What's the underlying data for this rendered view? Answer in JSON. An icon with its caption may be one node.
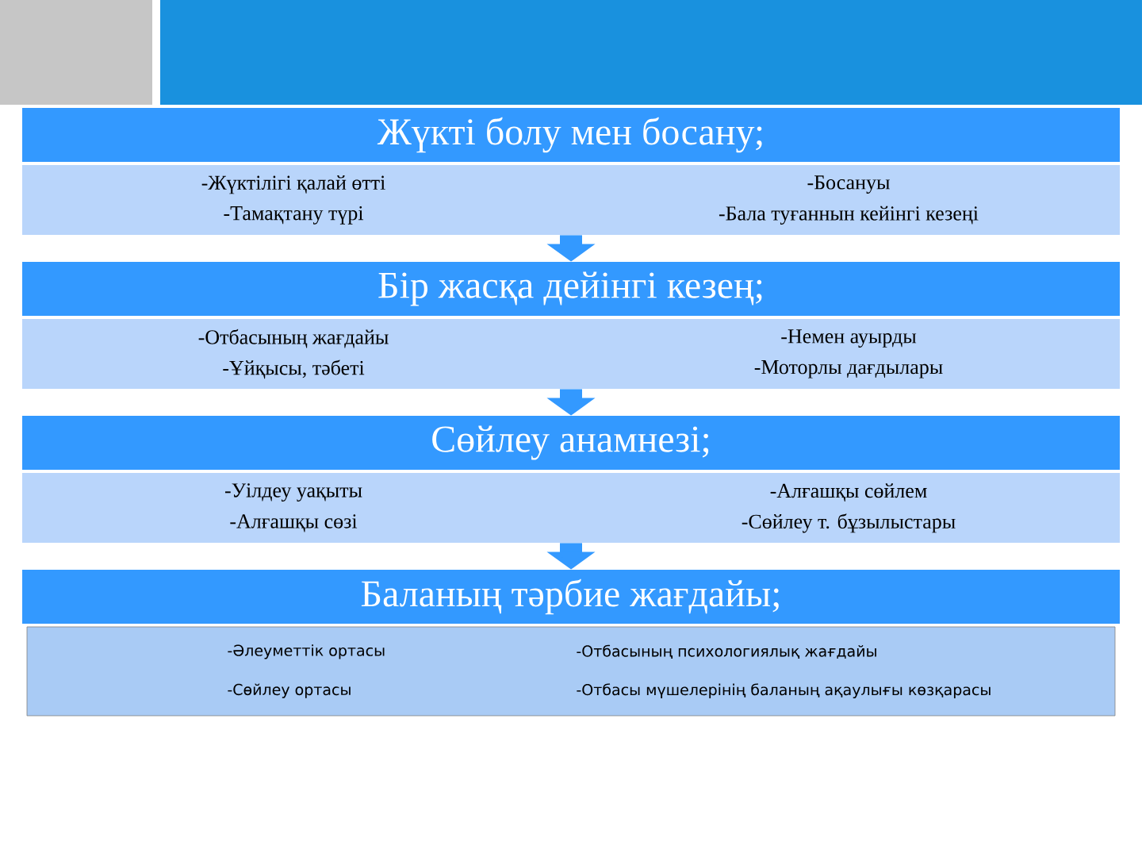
{
  "diagram": {
    "nodes": [
      {
        "text": [
          "Жүкті болу мен босану;"
        ]
      },
      {
        "text": [
          "-Жүктілігі қалай өтті",
          "-Босануы",
          "-Тамақтану түрі",
          "-Бала туғаннын кейінгі кезеңі"
        ]
      },
      {
        "text": [
          "Бір жасқа дейінгі кезең;"
        ]
      },
      {
        "text": [
          "-Отбасының жағдайы",
          "-Немен ауырды",
          "-Ұйқысы, тәбеті",
          "-Моторлы дағдылары"
        ]
      },
      {
        "text": [
          "Сөйлеу анамнезі;"
        ]
      },
      {
        "text": [
          "-Уілдеу уақыты",
          "-Алғашқы сөйлем",
          "-Алғашқы сөзі",
          "-Сөйлеу т. бұзылыстары"
        ]
      },
      {
        "text": [
          "Баланың тәрбие жағдайы;"
        ]
      },
      {
        "text": [
          "-Әлеуметтік ортасы",
          "-Отбасының психологиялық жағдайы",
          "-Сөйлеу ортасы",
          "-Отбасы мүшелерінің баланың ақаулығы көзқарасы"
        ]
      }
    ],
    "edges": [
      {
        "from": 1,
        "to": 2,
        "arrow": "to"
      },
      {
        "from": 3,
        "to": 4,
        "arrow": "to"
      },
      {
        "from": 5,
        "to": 6,
        "arrow": "to"
      }
    ]
  }
}
